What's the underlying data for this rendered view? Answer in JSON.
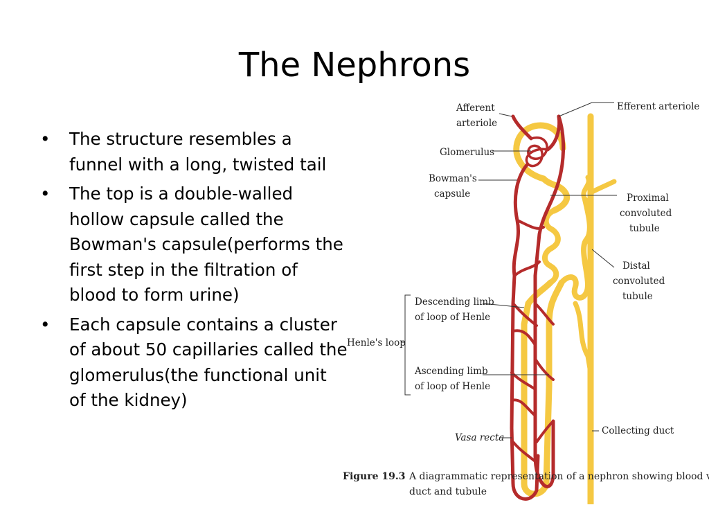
{
  "slide": {
    "title": "The Nephrons",
    "bullets": [
      "The structure resembles a funnel with a long, twisted tail",
      "The top is a double-walled hollow capsule called the Bowman's capsule(performs the first step in the filtration of blood to form urine)",
      "Each capsule contains a cluster of about 50 capillaries called the glomerulus(the functional unit of the kidney)"
    ]
  },
  "diagram": {
    "labels": {
      "afferent_1": "Afferent",
      "afferent_2": "arteriole",
      "efferent": "Efferent arteriole",
      "glomerulus": "Glomerulus",
      "bowman_1": "Bowman's",
      "bowman_2": "capsule",
      "proximal_1": "Proximal",
      "proximal_2": "convoluted",
      "proximal_3": "tubule",
      "distal_1": "Distal",
      "distal_2": "convoluted",
      "distal_3": "tubule",
      "descending_1": "Descending limb",
      "descending_2": "of loop of Henle",
      "henle": "Henle's loop",
      "ascending_1": "Ascending limb",
      "ascending_2": "of loop of Henle",
      "collecting": "Collecting duct",
      "vasa": "Vasa recta"
    },
    "caption": {
      "figure": "Figure 19.3",
      "text_1": "A diagrammatic representation of a nephron showing blood vessels,",
      "text_2": "duct and tubule"
    },
    "colors": {
      "tubule": "#f5c842",
      "vessel": "#b52b2b"
    }
  }
}
